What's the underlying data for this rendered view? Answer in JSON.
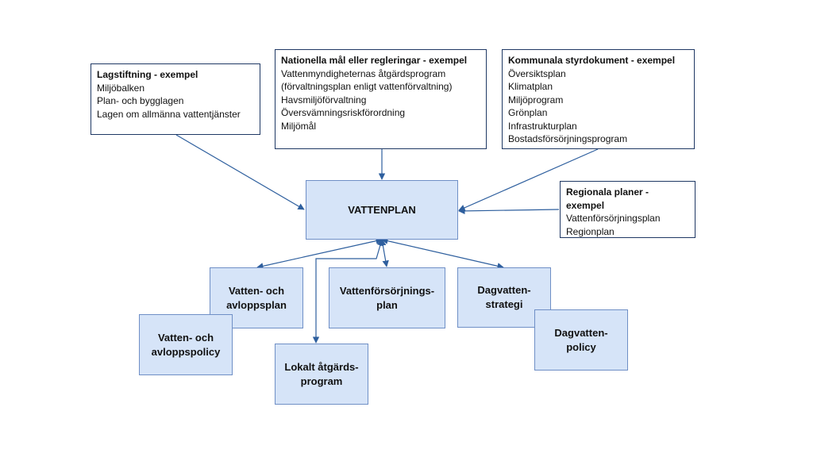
{
  "colors": {
    "arrow": "#2e5f9e",
    "box_fill": "#d6e4f8",
    "box_border": "#6f8fc6",
    "text_box_border": "#1f3864"
  },
  "lagstiftning": {
    "title": "Lagstiftning  - exempel",
    "items": [
      "Miljöbalken",
      "Plan- och bygglagen",
      "Lagen om allmänna vattentjänster"
    ]
  },
  "nationella": {
    "title": "Nationella mål eller regleringar  - exempel",
    "items": [
      "Vattenmyndigheternas åtgärdsprogram",
      "(förvaltningsplan enligt vattenförvaltning)",
      "Havsmiljöförvaltning",
      "Översvämningsriskförordning",
      "Miljömål"
    ]
  },
  "kommunala": {
    "title": "Kommunala styrdokument - exempel",
    "items": [
      "Översiktsplan",
      "Klimatplan",
      "Miljöprogram",
      "Grönplan",
      "Infrastrukturplan",
      "Bostadsförsörjningsprogram"
    ]
  },
  "regionala": {
    "title_line1": "Regionala planer -",
    "title_line2": "exempel",
    "items": [
      "Vattenförsörjningsplan",
      "Regionplan"
    ]
  },
  "center": {
    "label": "VATTENPLAN"
  },
  "va_plan": {
    "line1": "Vatten- och",
    "line2": "avloppsplan"
  },
  "va_policy": {
    "line1": "Vatten- och",
    "line2": "avloppspolicy"
  },
  "vf_plan": {
    "line1": "Vattenförsörjnings-",
    "line2": "plan"
  },
  "dag_strategi": {
    "line1": "Dagvatten-",
    "line2": "strategi"
  },
  "dag_policy": {
    "line1": "Dagvatten-",
    "line2": "policy"
  },
  "lokalt": {
    "line1": "Lokalt åtgärds-",
    "line2": "program"
  }
}
